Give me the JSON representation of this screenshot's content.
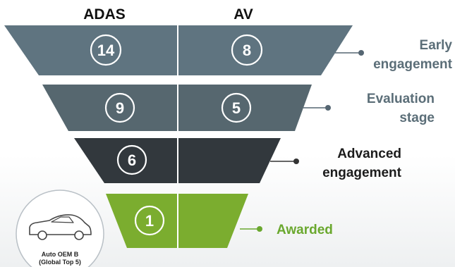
{
  "columns": {
    "left": "ADAS",
    "right": "AV"
  },
  "colors": {
    "tier1": "#5f7480",
    "tier2": "#56676f",
    "tier3": "#32383d",
    "tier4": "#7bad2f",
    "label_dark": "#5b6e78",
    "label_black": "#1c1c1c",
    "label_green": "#6aa82e"
  },
  "tiers": [
    {
      "left_value": "14",
      "right_value": "8",
      "label_line1": "Early",
      "label_line2": "engagement"
    },
    {
      "left_value": "9",
      "right_value": "5",
      "label_line1": "Evaluation",
      "label_line2": "stage"
    },
    {
      "left_value": "6",
      "right_value": "",
      "label_line1": "Advanced",
      "label_line2": "engagement"
    },
    {
      "left_value": "1",
      "right_value": "",
      "label_line1": "Awarded",
      "label_line2": ""
    }
  ],
  "oem_badge": {
    "icon": "car-icon",
    "line1": "Auto OEM B",
    "line2": "(Global Top 5)"
  }
}
